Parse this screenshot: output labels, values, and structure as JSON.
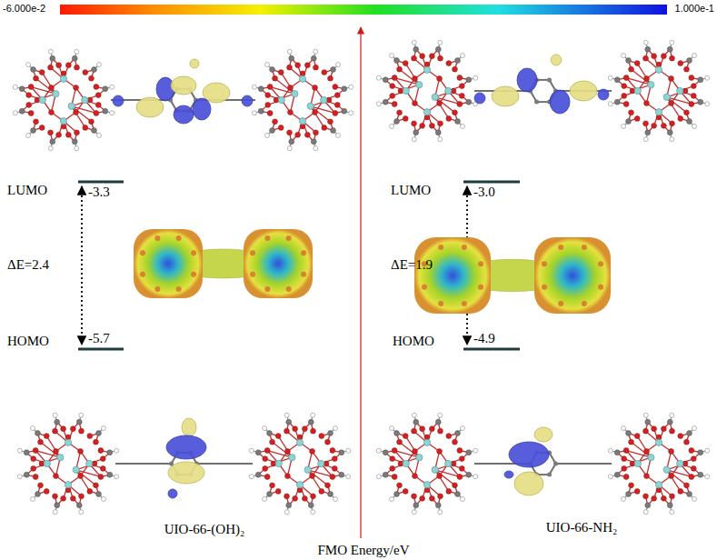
{
  "diagram": {
    "labels": [
      "-6.000e-2",
      "1.000e-1",
      "LUMO",
      "-3.3",
      "ΔE=2.4",
      "HOMO",
      "-5.7",
      "UIO-66-(OH)₂",
      "LUMO",
      "-3.0",
      "ΔE=1.9",
      "HOMO",
      "-4.9",
      "UIO-66-NH₂",
      "FMO Energy/eV"
    ]
  }
}
